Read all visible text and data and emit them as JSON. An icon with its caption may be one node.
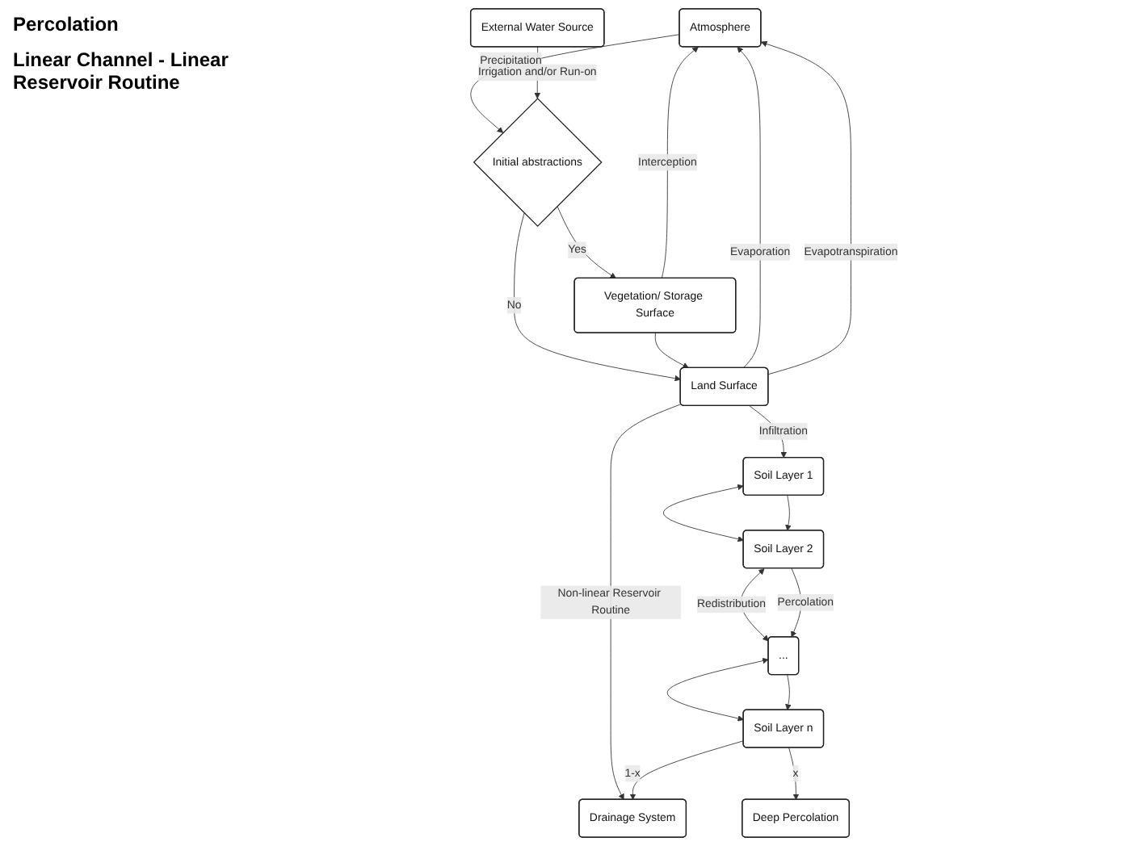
{
  "diagram": {
    "nodes": [
      {
        "text": [
          "Atmosphere"
        ]
      },
      {
        "text": [
          "External Water Source"
        ]
      },
      {
        "text": [
          "Initial abstractions"
        ]
      },
      {
        "text": [
          "Vegetation/ Storage Surface"
        ]
      },
      {
        "text": [
          "Land Surface"
        ]
      },
      {
        "text": [
          "Drainage System"
        ]
      },
      {
        "text": [
          "Soil Layer 1"
        ]
      },
      {
        "text": [
          "Soil Layer 2"
        ]
      },
      {
        "text": [
          "..."
        ]
      },
      {
        "text": [
          "Soil Layer n"
        ]
      },
      {
        "text": [
          "Deep Percolation"
        ]
      }
    ],
    "edges": [
      {
        "from": 0,
        "to": 2,
        "arrow": "to",
        "label": "Precipitation"
      },
      {
        "from": 1,
        "to": 2,
        "arrow": "to",
        "label": "Irrigation and/or Run-on"
      },
      {
        "from": 2,
        "to": 3,
        "arrow": "to",
        "label": "Yes"
      },
      {
        "from": 2,
        "to": 4,
        "arrow": "to",
        "label": "No"
      },
      {
        "from": 3,
        "to": 0,
        "arrow": "to",
        "label": "Interception"
      },
      {
        "from": 3,
        "to": 4,
        "arrow": "to"
      },
      {
        "from": 4,
        "to": 0,
        "arrow": "to",
        "label": "Evaporation"
      },
      {
        "from": 4,
        "to": 0,
        "arrow": "to",
        "label": "Evapotranspiration"
      },
      {
        "from": 4,
        "to": 5,
        "arrow": "to",
        "label": "Non-linear Reservoir Routine"
      },
      {
        "from": 4,
        "to": 6,
        "arrow": "to",
        "label": "Infiltration"
      },
      {
        "from": 6,
        "to": 7,
        "arrow": "both"
      },
      {
        "from": 7,
        "to": 8,
        "arrow": "both",
        "label": "Redistribution"
      },
      {
        "from": 8,
        "to": 9,
        "arrow": "both"
      },
      {
        "from": 6,
        "to": 7,
        "arrow": "to"
      },
      {
        "from": 7,
        "to": 8,
        "arrow": "to",
        "label": "Percolation"
      },
      {
        "from": 8,
        "to": 9,
        "arrow": "to"
      },
      {
        "from": 9,
        "to": 5,
        "arrow": "to",
        "label": "1-x"
      },
      {
        "from": 9,
        "to": 10,
        "arrow": "to",
        "label": "x"
      }
    ],
    "labels": [
      "Percolation",
      "Linear Channel - Linear Reservoir Routine"
    ]
  }
}
